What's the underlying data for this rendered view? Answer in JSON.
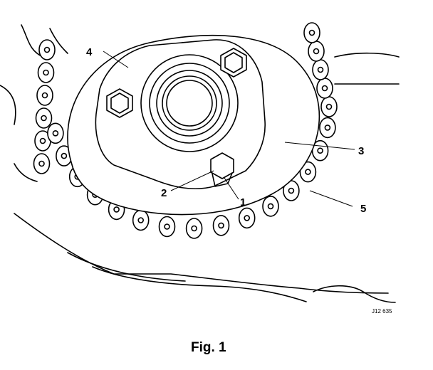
{
  "figure": {
    "caption": "Fig. 1",
    "reference_code": "J12 635",
    "callouts": [
      {
        "label": "1"
      },
      {
        "label": "2"
      },
      {
        "label": "3"
      },
      {
        "label": "4"
      },
      {
        "label": "5"
      }
    ]
  }
}
